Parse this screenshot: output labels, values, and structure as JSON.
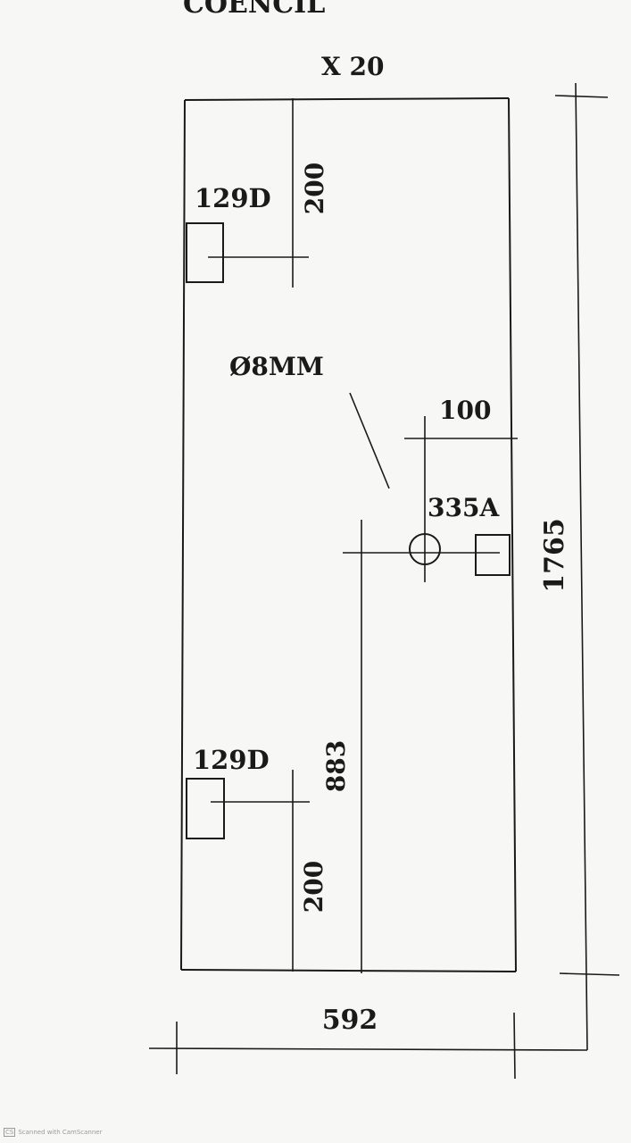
{
  "header": {
    "title": "COENCIL",
    "quantity": "X 20"
  },
  "dimensions": {
    "width": "592",
    "height": "1765",
    "top_hinge_offset": "200",
    "bottom_hinge_offset": "200",
    "handle_height": "883",
    "handle_edge_offset": "100"
  },
  "annotations": {
    "hinge_top": "129D",
    "hinge_bottom": "129D",
    "handle_part": "335A",
    "hole_diameter": "Ø8MM"
  },
  "footer": {
    "scanner_logo": "CS",
    "scanner_text": "Scanned with CamScanner"
  },
  "colors": {
    "ink": "#1a1a1a",
    "paper": "#f7f7f5"
  }
}
